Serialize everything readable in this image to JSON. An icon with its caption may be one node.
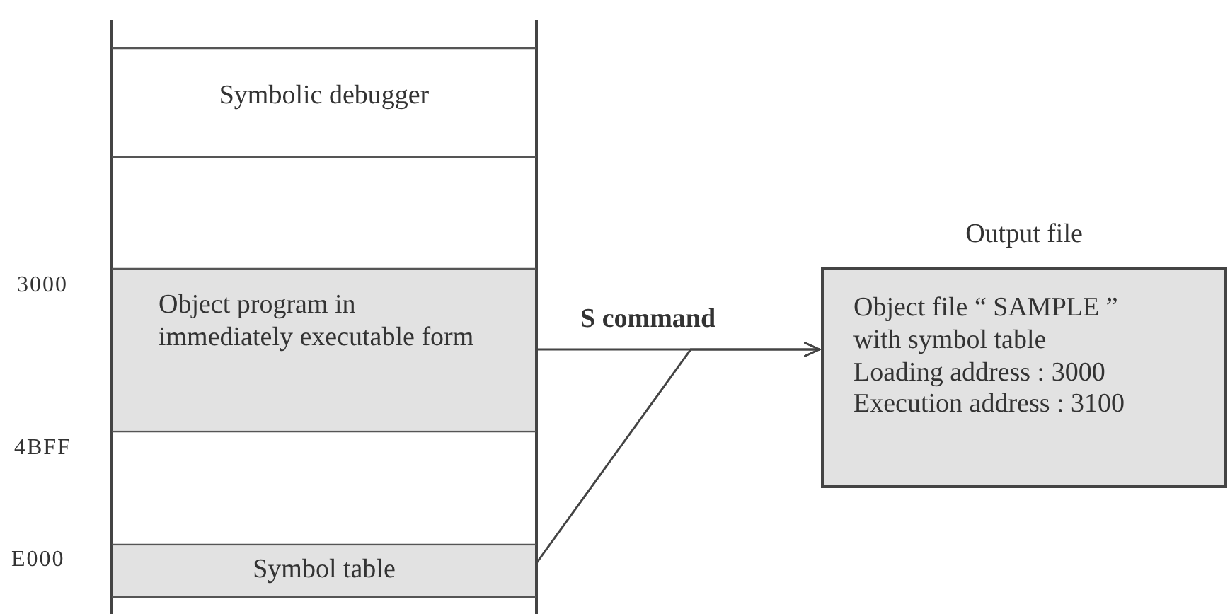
{
  "diagram": {
    "nodes": [
      {
        "text": [
          "Symbolic debugger"
        ]
      },
      {
        "text": [
          "Object program in immediately executable form"
        ]
      },
      {
        "text": [
          "Symbol table"
        ]
      },
      {
        "text": [
          "Output file",
          "Object file “ SAMPLE ” with symbol table",
          "Loading address : 3000",
          "Execution address : 3100"
        ]
      }
    ],
    "edges": [
      {
        "from": 1,
        "to": 3,
        "arrow": "to",
        "label": "S command"
      },
      {
        "from": 2,
        "to": 3,
        "arrow": "to"
      }
    ],
    "labels": [
      "3000",
      "4BFF",
      "E000"
    ]
  }
}
